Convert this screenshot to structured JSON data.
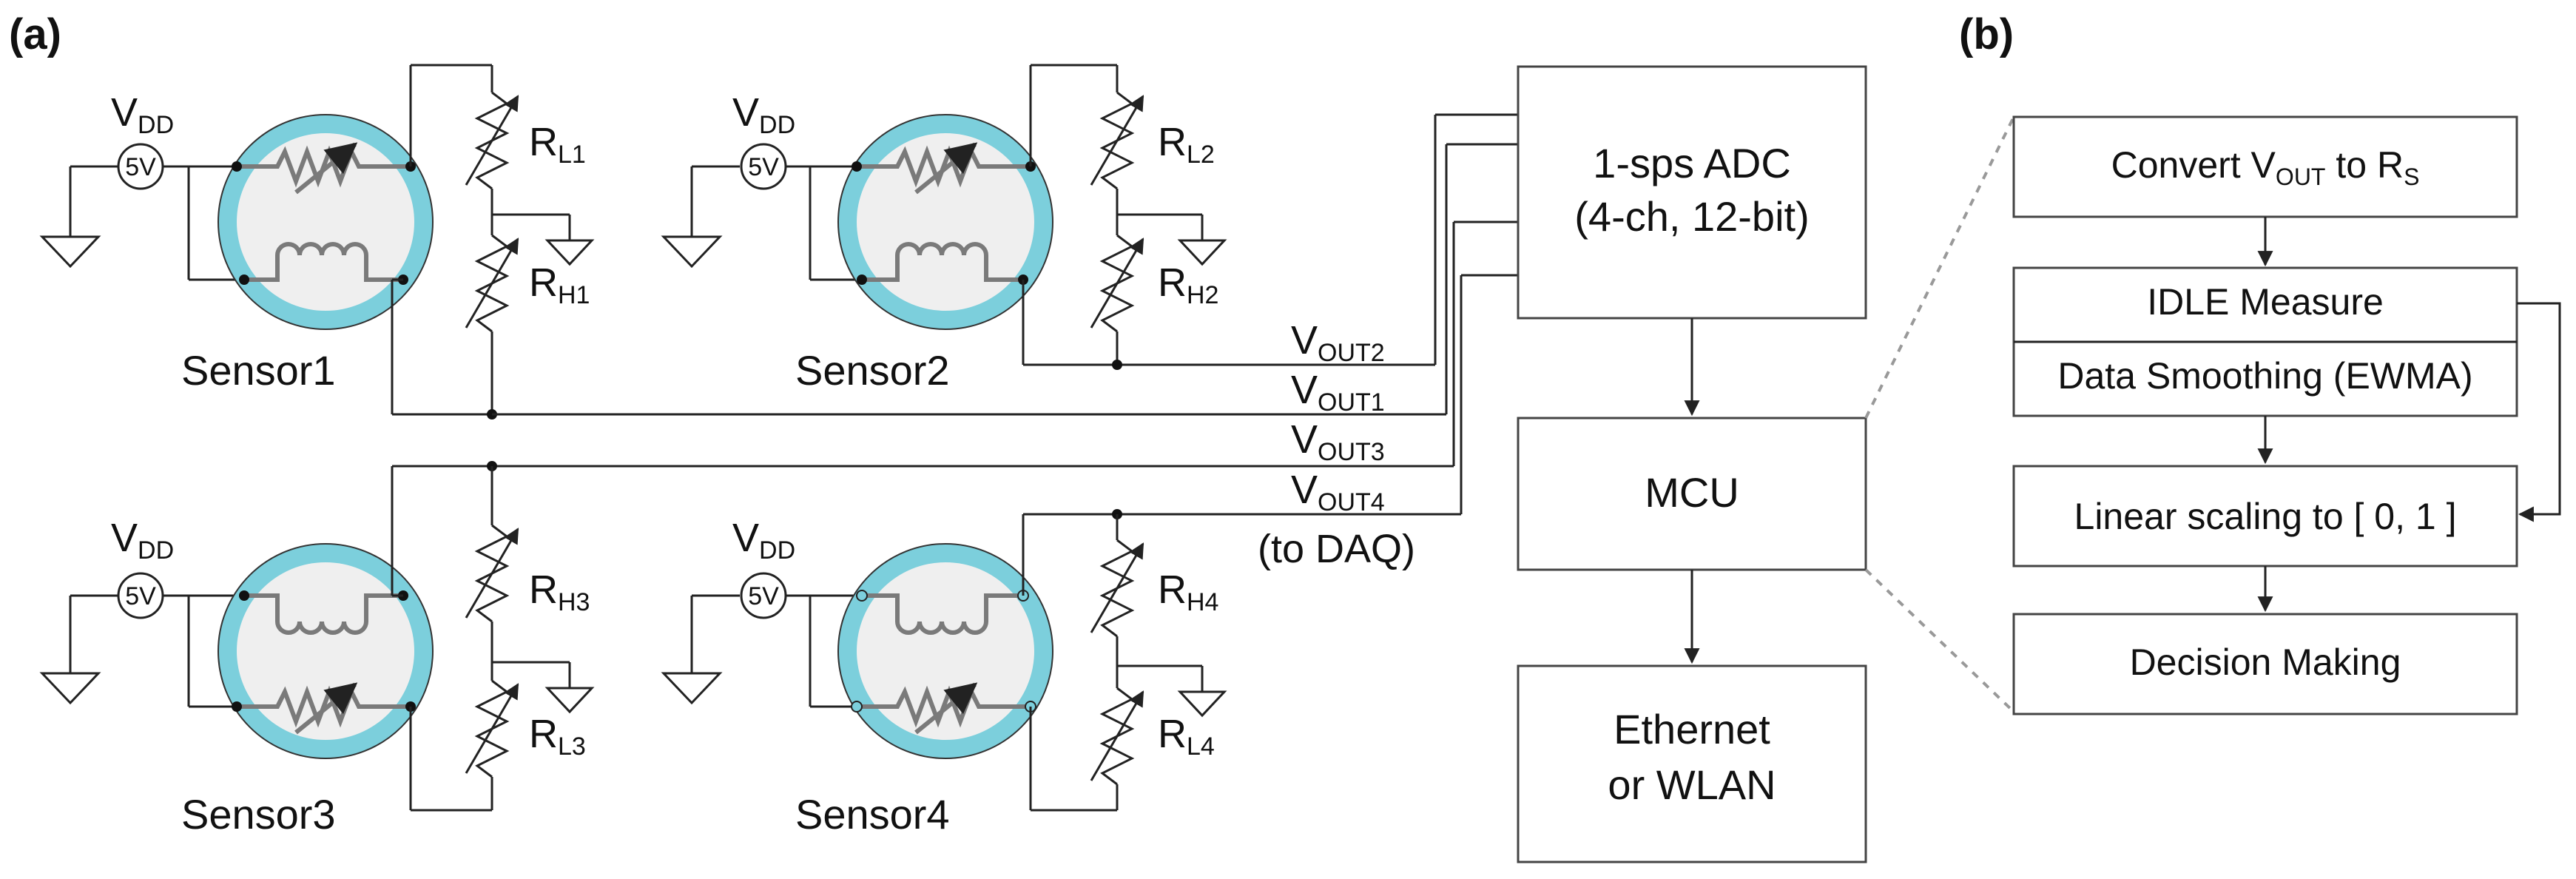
{
  "panels": {
    "a": "(a)",
    "b": "(b)"
  },
  "sensors": [
    {
      "name": "Sensor1",
      "vdd": "V",
      "vdd_sub": "DD",
      "supply": "5V",
      "r_top": "R",
      "r_top_sub": "L1",
      "r_bot": "R",
      "r_bot_sub": "H1"
    },
    {
      "name": "Sensor2",
      "vdd": "V",
      "vdd_sub": "DD",
      "supply": "5V",
      "r_top": "R",
      "r_top_sub": "L2",
      "r_bot": "R",
      "r_bot_sub": "H2"
    },
    {
      "name": "Sensor3",
      "vdd": "V",
      "vdd_sub": "DD",
      "supply": "5V",
      "r_top": "R",
      "r_top_sub": "H3",
      "r_bot": "R",
      "r_bot_sub": "L3"
    },
    {
      "name": "Sensor4",
      "vdd": "V",
      "vdd_sub": "DD",
      "supply": "5V",
      "r_top": "R",
      "r_top_sub": "H4",
      "r_bot": "R",
      "r_bot_sub": "L4"
    }
  ],
  "outputs": [
    {
      "main": "V",
      "sub": "OUT2"
    },
    {
      "main": "V",
      "sub": "OUT1"
    },
    {
      "main": "V",
      "sub": "OUT3"
    },
    {
      "main": "V",
      "sub": "OUT4"
    }
  ],
  "to_daq": "(to DAQ)",
  "adc": {
    "line1": "1-sps ADC",
    "line2": "(4-ch, 12-bit)"
  },
  "mcu": {
    "label": "MCU"
  },
  "network": {
    "line1": "Ethernet",
    "line2": "or WLAN"
  },
  "flow": {
    "convert": {
      "a": "Convert V",
      "a_sub": "OUT",
      "b": " to R",
      "b_sub": "S"
    },
    "idle": "IDLE Measure",
    "smoothing": "Data Smoothing (EWMA)",
    "scaling": "Linear scaling to [ 0, 1 ]",
    "decision": "Decision Making"
  },
  "colors": {
    "sensor_ring": "#7ccfdc",
    "sensor_core": "#efefef",
    "sensor_element": "#7a7a7a",
    "wire": "#222222",
    "dashed": "#999999"
  }
}
